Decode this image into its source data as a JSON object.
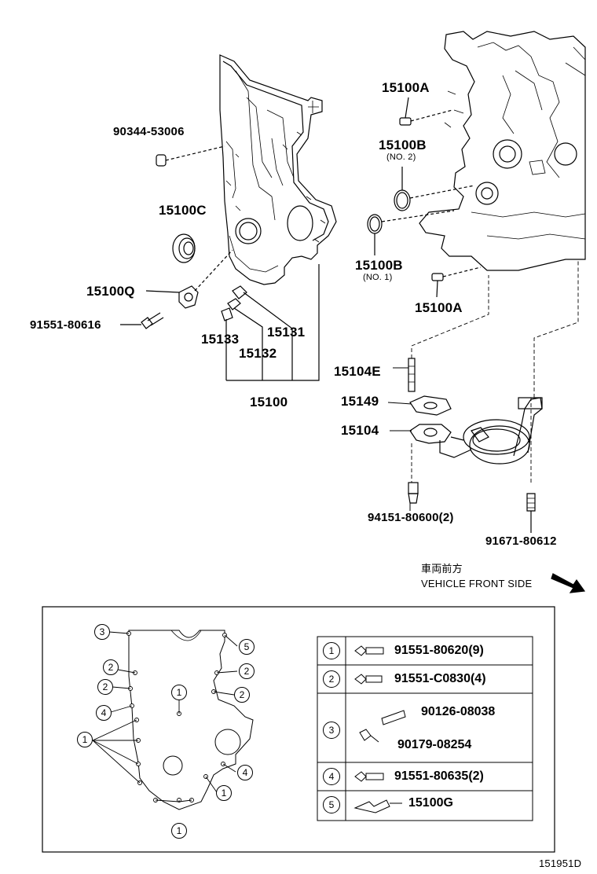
{
  "parts": {
    "p90344": "90344-53006",
    "p15100A_top": "15100A",
    "p15100B_top": "15100B",
    "p15100B_top_note": "(NO. 2)",
    "p15100C": "15100C",
    "p15100B_mid": "15100B",
    "p15100B_mid_note": "(NO. 1)",
    "p15100Q": "15100Q",
    "p15100A_mid": "15100A",
    "p91551_80616": "91551-80616",
    "p15131": "15131",
    "p15133": "15133",
    "p15132": "15132",
    "p15104E": "15104E",
    "p15100": "15100",
    "p15149": "15149",
    "p15104": "15104",
    "p94151": "94151-80600(2)",
    "p91671": "91671-80612"
  },
  "direction": {
    "jp": "車両前方",
    "en": "VEHICLE FRONT SIDE"
  },
  "inset": {
    "callouts": [
      "3",
      "2",
      "2",
      "4",
      "1",
      "5",
      "2",
      "2",
      "1",
      "1",
      "4",
      "1",
      "1"
    ],
    "table": [
      {
        "num": "1",
        "parts": [
          "91551-80620(9)"
        ]
      },
      {
        "num": "2",
        "parts": [
          "91551-C0830(4)"
        ]
      },
      {
        "num": "3",
        "parts": [
          "90126-08038",
          "90179-08254"
        ]
      },
      {
        "num": "4",
        "parts": [
          "91551-80635(2)"
        ]
      },
      {
        "num": "5",
        "parts": [
          "15100G"
        ]
      }
    ]
  },
  "figure_id": "151951D"
}
